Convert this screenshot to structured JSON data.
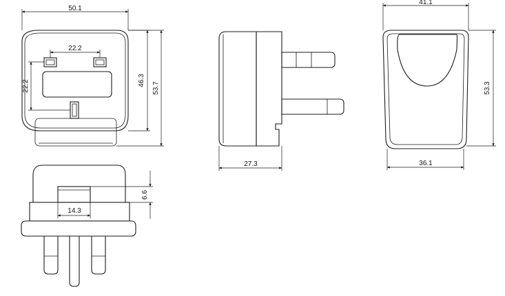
{
  "front_view": {
    "width_dim": "50.1",
    "pin_spacing_dim": "22.2",
    "vertical_pin_dim": "22.2",
    "body_height_dim": "46.3",
    "overall_height_dim": "53.7"
  },
  "side_view": {
    "depth_dim": "27.3"
  },
  "back_view": {
    "top_width_dim": "41.1",
    "height_dim": "53.3",
    "bottom_width_dim": "36.1"
  },
  "bottom_view": {
    "slot_width_dim": "14.3",
    "slot_height_dim": "6.6"
  }
}
